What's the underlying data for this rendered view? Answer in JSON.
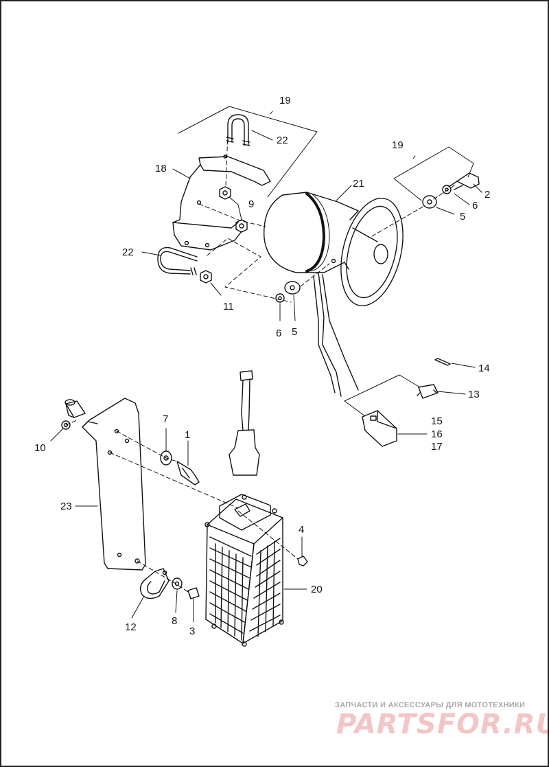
{
  "diagram": {
    "callouts": {
      "c1": "1",
      "c2": "2",
      "c3": "3",
      "c4": "4",
      "c5a": "5",
      "c5b": "5",
      "c6a": "6",
      "c6b": "6",
      "c7": "7",
      "c8": "8",
      "c9": "9",
      "c10": "10",
      "c11": "11",
      "c12": "12",
      "c13": "13",
      "c14": "14",
      "c15": "15",
      "c16": "16",
      "c17": "17",
      "c18": "18",
      "c19a": "19",
      "c19b": "19",
      "c20": "20",
      "c21": "21",
      "c22a": "22",
      "c22b": "22",
      "c23": "23"
    }
  },
  "watermark": {
    "tagline": "ЗАПЧАСТИ И АКСЕССУАРЫ ДЛЯ МОТОТЕХНИКИ",
    "logo": "PARTSFOR.RU",
    "color": "#f3c6c6"
  }
}
